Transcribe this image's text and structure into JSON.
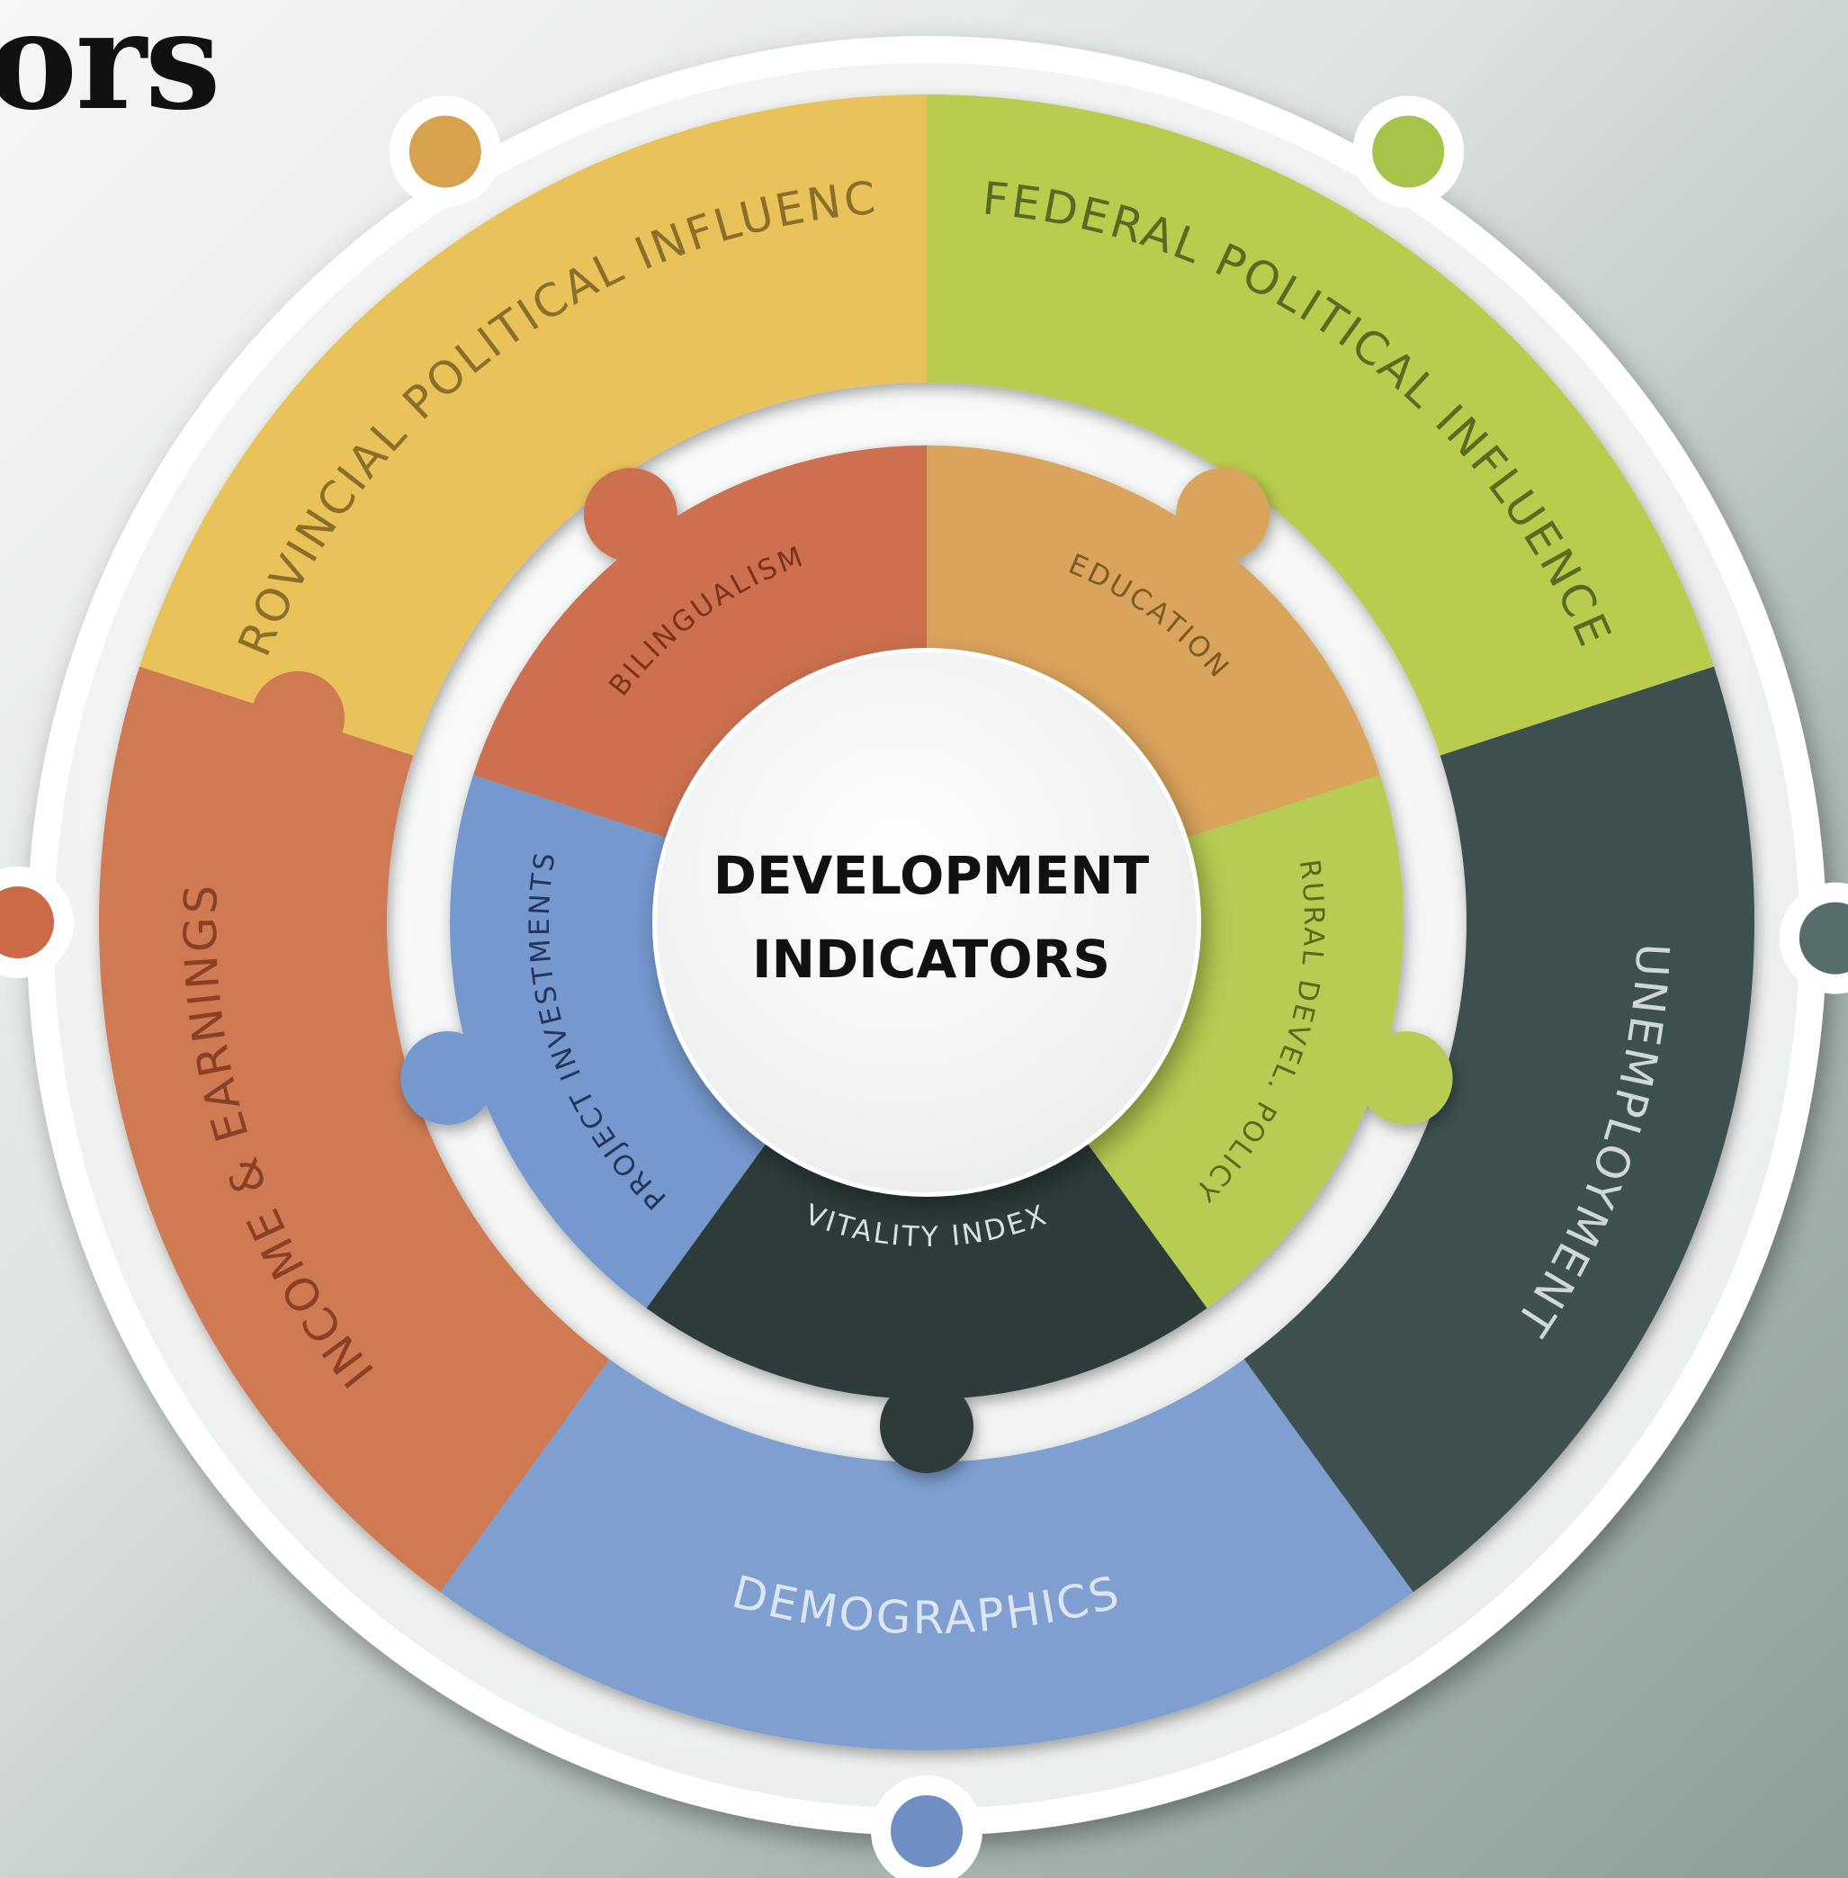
{
  "header": {
    "title_fragment": "ors"
  },
  "center": {
    "line1": "DEVELOPMENT",
    "line2": "INDICATORS"
  },
  "outer_segments": [
    {
      "label": "PROVINCIAL POLITICAL INFLUENCE",
      "color": "#e9c25a"
    },
    {
      "label": "FEDERAL POLITICAL INFLUENCE",
      "color": "#b9cc4e"
    },
    {
      "label": "UNEMPLOYMENT",
      "color": "#3d4f4f"
    },
    {
      "label": "DEMOGRAPHICS",
      "color": "#7e9fcf"
    },
    {
      "label": "INCOME & EARNINGS",
      "color": "#cf7a52"
    }
  ],
  "inner_segments": [
    {
      "label": "BILINGUALISM",
      "color": "#cc7050"
    },
    {
      "label": "EDUCATION",
      "color": "#dba45c"
    },
    {
      "label": "RURAL DEVEL. POLICY",
      "color": "#b7cc52"
    },
    {
      "label": "VITALITY INDEX",
      "color": "#2f3b3a"
    },
    {
      "label": "PROJECT INVESTMENTS",
      "color": "#7499cf"
    }
  ],
  "markers": [
    {
      "name": "marker-orange",
      "color": "#d6a24e"
    },
    {
      "name": "marker-green",
      "color": "#a6c44a"
    },
    {
      "name": "marker-slate",
      "color": "#566d6b"
    },
    {
      "name": "marker-blue",
      "color": "#6f8fc4"
    },
    {
      "name": "marker-red",
      "color": "#cc6a48"
    }
  ]
}
